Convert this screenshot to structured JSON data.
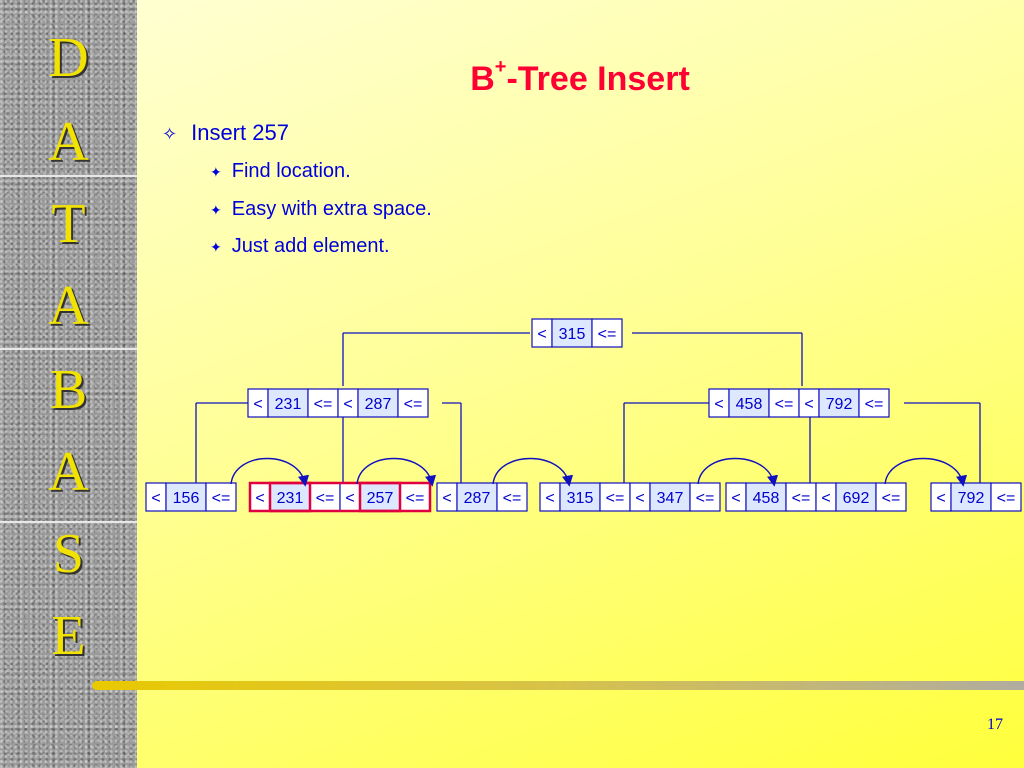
{
  "sidebar": {
    "letters": [
      "D",
      "A",
      "T",
      "A",
      "B",
      "A",
      "S",
      "E"
    ]
  },
  "title": {
    "prefix": "B",
    "sup": "+",
    "suffix": "-Tree Insert"
  },
  "bullets": {
    "main": {
      "marker": "✧",
      "text": "Insert 257"
    },
    "sub": [
      {
        "marker": "✦",
        "text": "Find location."
      },
      {
        "marker": "✦",
        "text": "Easy with extra space."
      },
      {
        "marker": "✦",
        "text": "Just add element."
      }
    ]
  },
  "tree": {
    "root": [
      "<",
      "315",
      "<="
    ],
    "internal": [
      [
        "<",
        "231",
        "<=",
        "<",
        "287",
        "<="
      ],
      [
        "<",
        "458",
        "<=",
        "<",
        "792",
        "<="
      ]
    ],
    "leaves": [
      {
        "cells": [
          "<",
          "156",
          "<="
        ],
        "highlighted": false
      },
      {
        "cells": [
          "<",
          "231",
          "<=",
          "<",
          "257",
          "<="
        ],
        "highlighted": true
      },
      {
        "cells": [
          "<",
          "287",
          "<="
        ],
        "highlighted": false
      },
      {
        "cells": [
          "<",
          "315",
          "<=",
          "<",
          "347",
          "<="
        ],
        "highlighted": false
      },
      {
        "cells": [
          "<",
          "458",
          "<=",
          "<",
          "692",
          "<="
        ],
        "highlighted": false
      },
      {
        "cells": [
          "<",
          "792",
          "<="
        ],
        "highlighted": false
      }
    ]
  },
  "colors": {
    "node_border": "#1010c0",
    "node_fill": "#dde8ff",
    "highlight": "#e00040",
    "text": "#0000cc"
  },
  "page_number": "17"
}
